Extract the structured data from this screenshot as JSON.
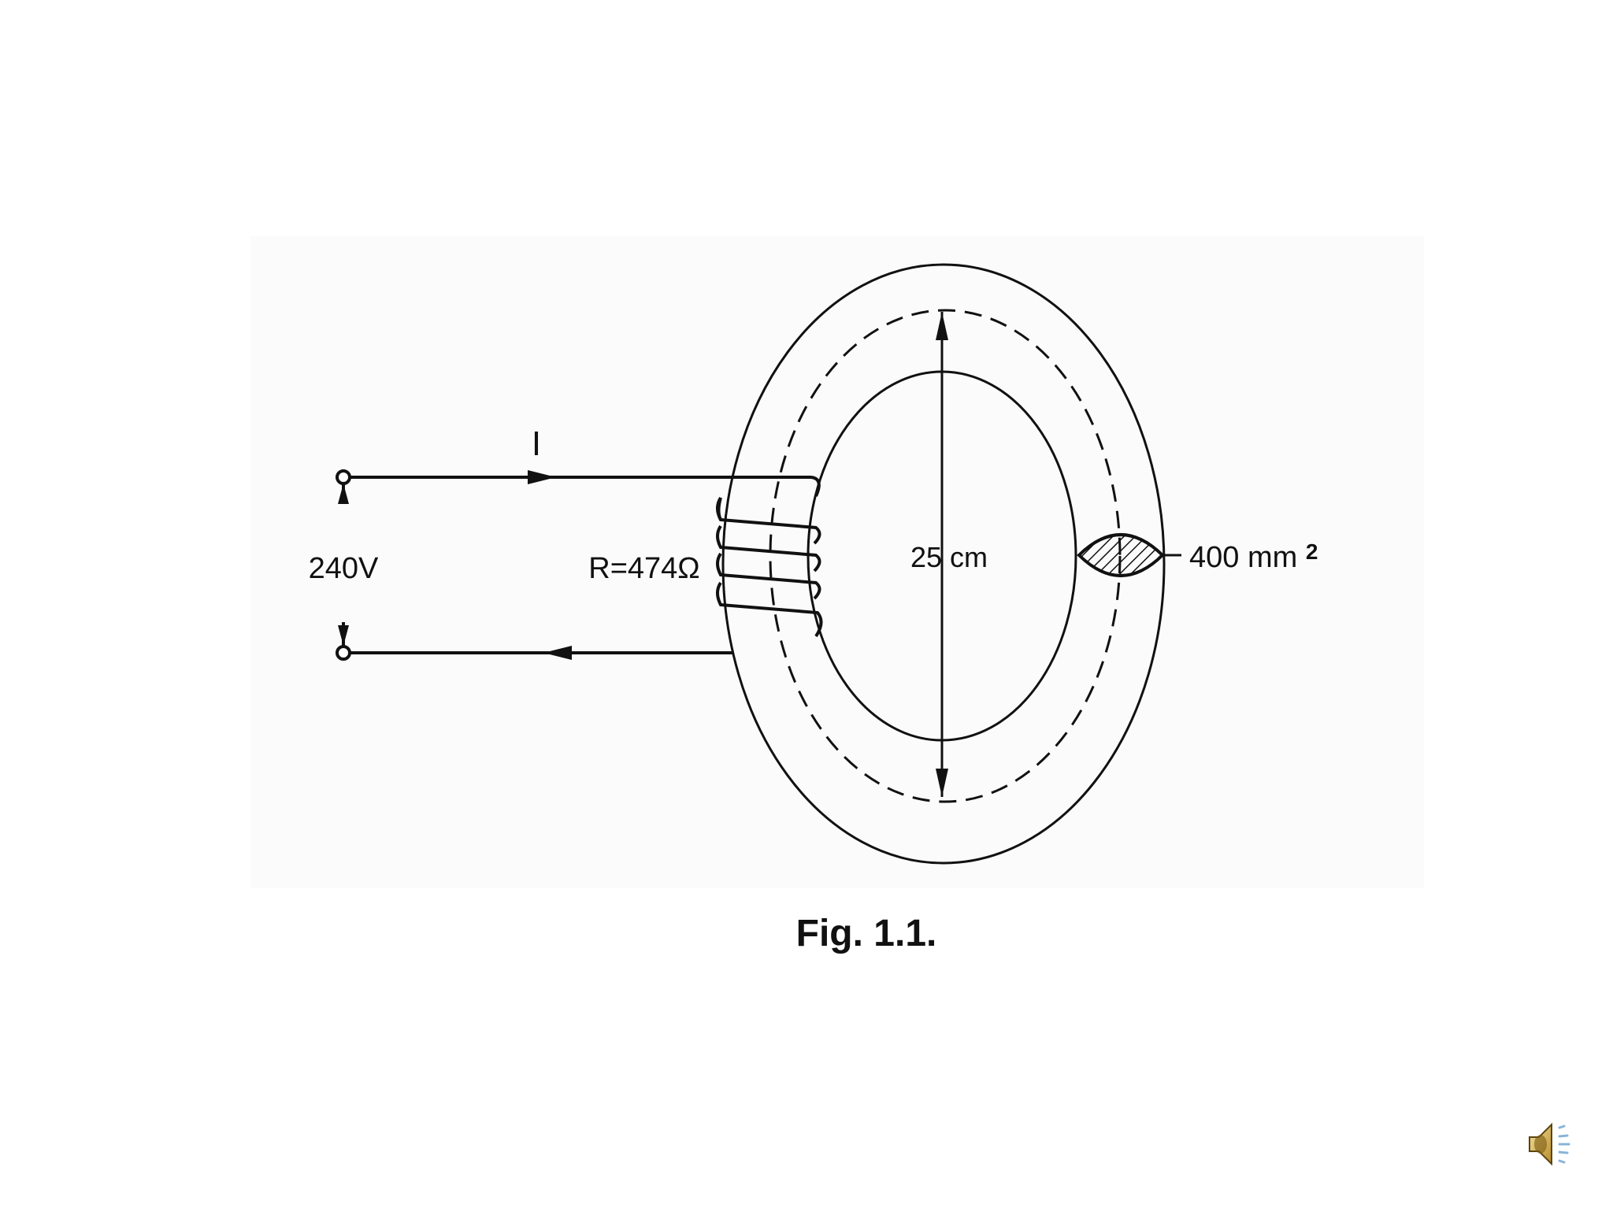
{
  "labels": {
    "current": "I",
    "voltage": "240V",
    "resistance": "R=474Ω",
    "diameter": "25 cm",
    "area_value": "400 mm",
    "area_exponent": "2"
  },
  "caption": "Fig. 1.1.",
  "icons": {
    "speaker": "speaker-icon"
  }
}
